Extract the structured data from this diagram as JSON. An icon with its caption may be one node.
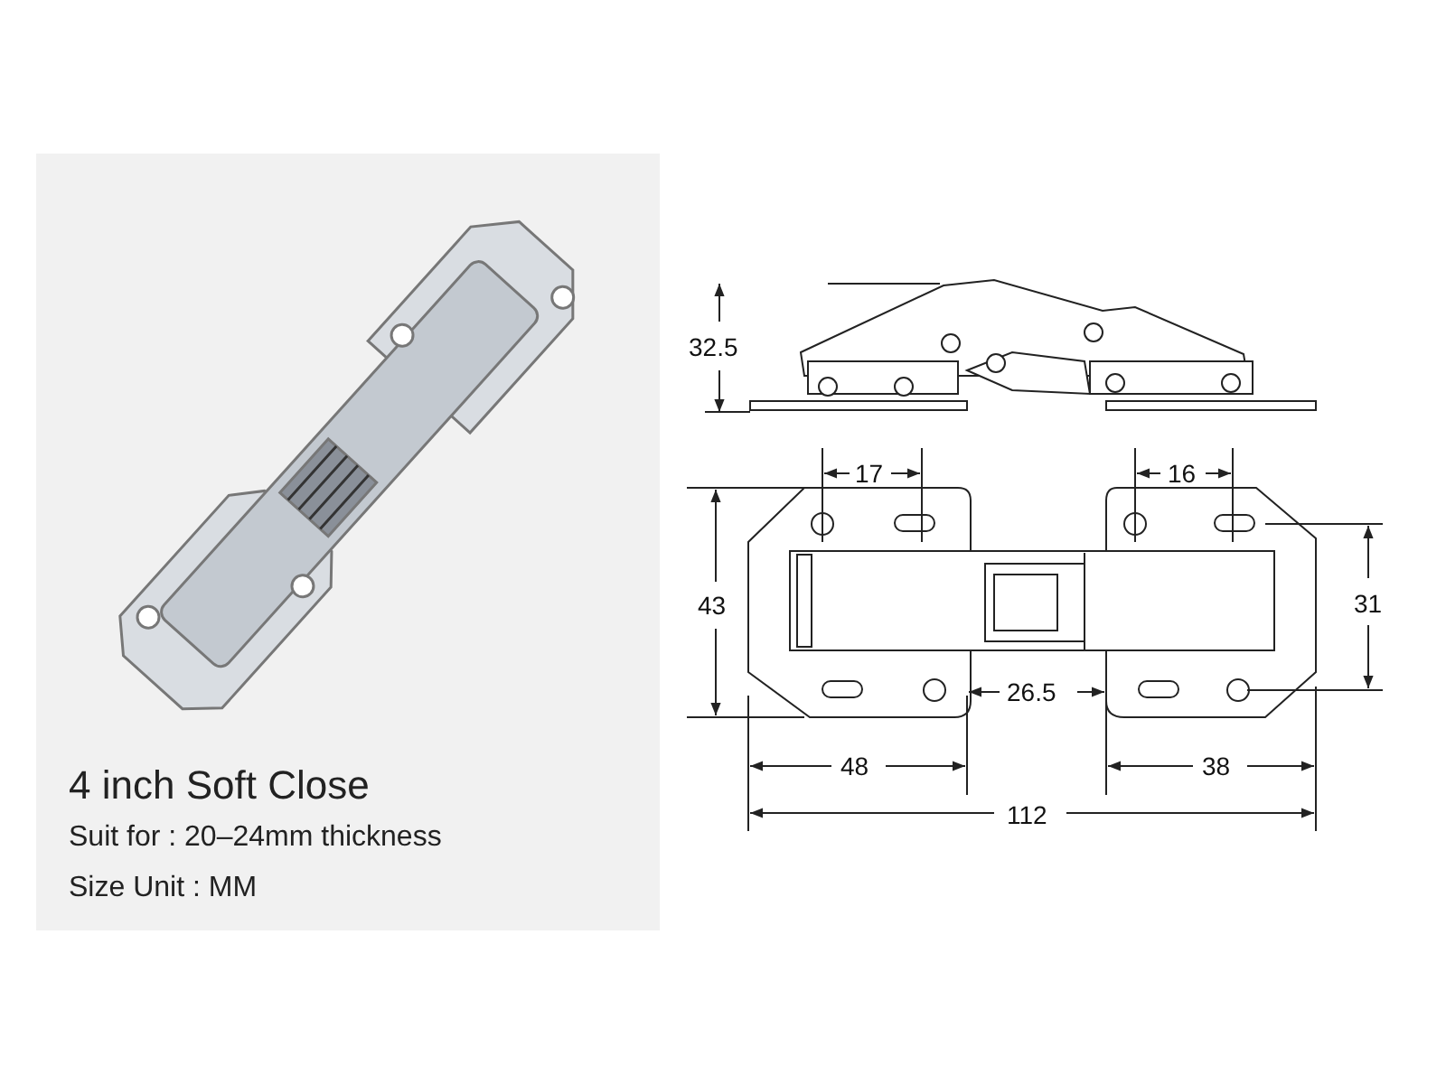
{
  "diagram": {
    "title": "4 inch Soft Close",
    "labels": [
      "Suit for : 20–24mm thickness",
      "Size Unit : MM",
      "32.5",
      "17",
      "16",
      "43",
      "31",
      "26.5",
      "48",
      "38",
      "112"
    ]
  }
}
